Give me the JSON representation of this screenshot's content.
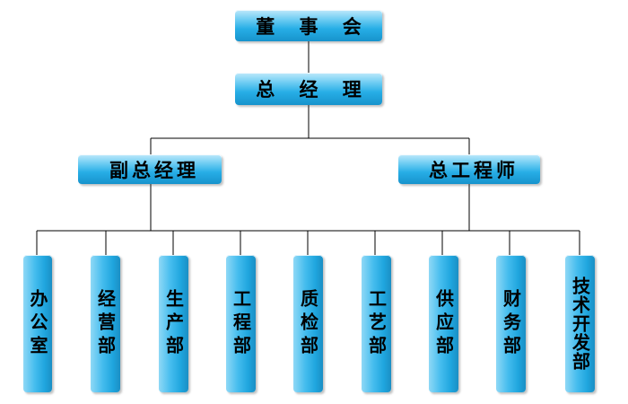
{
  "board": "董 事 会",
  "general_manager": "总 经 理",
  "deputy_general_manager": "副总经理",
  "chief_engineer": "总工程师",
  "departments": [
    "办公室",
    "经营部",
    "生产部",
    "工程部",
    "质检部",
    "工艺部",
    "供应部",
    "财务部",
    "技术开发部"
  ],
  "colors": {
    "box_top": "#bfe9fb",
    "box_bottom": "#1793cc",
    "line": "#000000"
  }
}
